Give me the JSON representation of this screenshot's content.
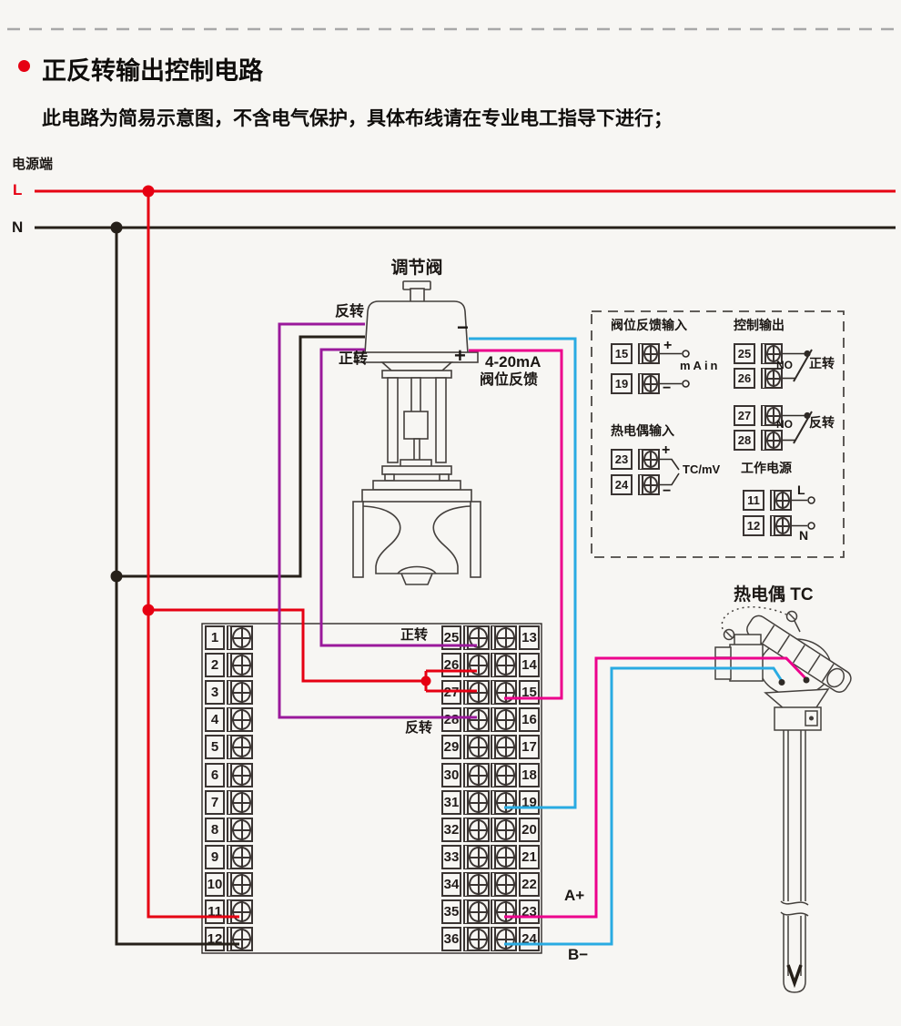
{
  "header": {
    "title": "正反转输出控制电路",
    "subtitle": "此电路为简易示意图，不含电气保护，具体布线请在专业电工指导下进行；"
  },
  "power": {
    "section_label": "电源端",
    "live_label": "L",
    "neutral_label": "N"
  },
  "valve": {
    "title": "调节阀",
    "reverse_label": "反转",
    "forward_label": "正转",
    "minus_label": "−",
    "plus_label": "+",
    "feedback_label_1": "4-20mA",
    "feedback_label_2": "阀位反馈"
  },
  "terminal_strip": {
    "forward_label": "正转",
    "reverse_label": "反转",
    "a_plus_label": "A+",
    "b_minus_label": "B−",
    "left_numbers": [
      "1",
      "2",
      "3",
      "4",
      "5",
      "6",
      "7",
      "8",
      "9",
      "10",
      "11",
      "12"
    ],
    "inner_numbers": [
      "25",
      "26",
      "27",
      "28",
      "29",
      "30",
      "31",
      "32",
      "33",
      "34",
      "35",
      "36"
    ],
    "outer_numbers": [
      "13",
      "14",
      "15",
      "16",
      "17",
      "18",
      "19",
      "20",
      "21",
      "22",
      "23",
      "24"
    ]
  },
  "thermocouple": {
    "title": "热电偶 TC"
  },
  "detail_box": {
    "valve_feedback_title": "阀位反馈输入",
    "control_output_title": "控制输出",
    "tc_input_title": "热电偶输入",
    "power_title": "工作电源",
    "terminal_numbers": [
      "15",
      "19",
      "23",
      "24",
      "25",
      "26",
      "27",
      "28",
      "11",
      "12"
    ],
    "ma_in_label": "mAin",
    "tc_mv_label": "TC/mV",
    "no_label_1": "NO",
    "no_label_2": "NO",
    "forward_label": "正转",
    "reverse_label": "反转",
    "plus_15": "+",
    "minus_19": "−",
    "plus_23": "+",
    "minus_24": "−",
    "live_label": "L",
    "neutral_label": "N"
  },
  "colors": {
    "red": "#e60012",
    "black": "#262019",
    "purple": "#9a199b",
    "magenta": "#ec008c",
    "cyan": "#29abe2"
  }
}
